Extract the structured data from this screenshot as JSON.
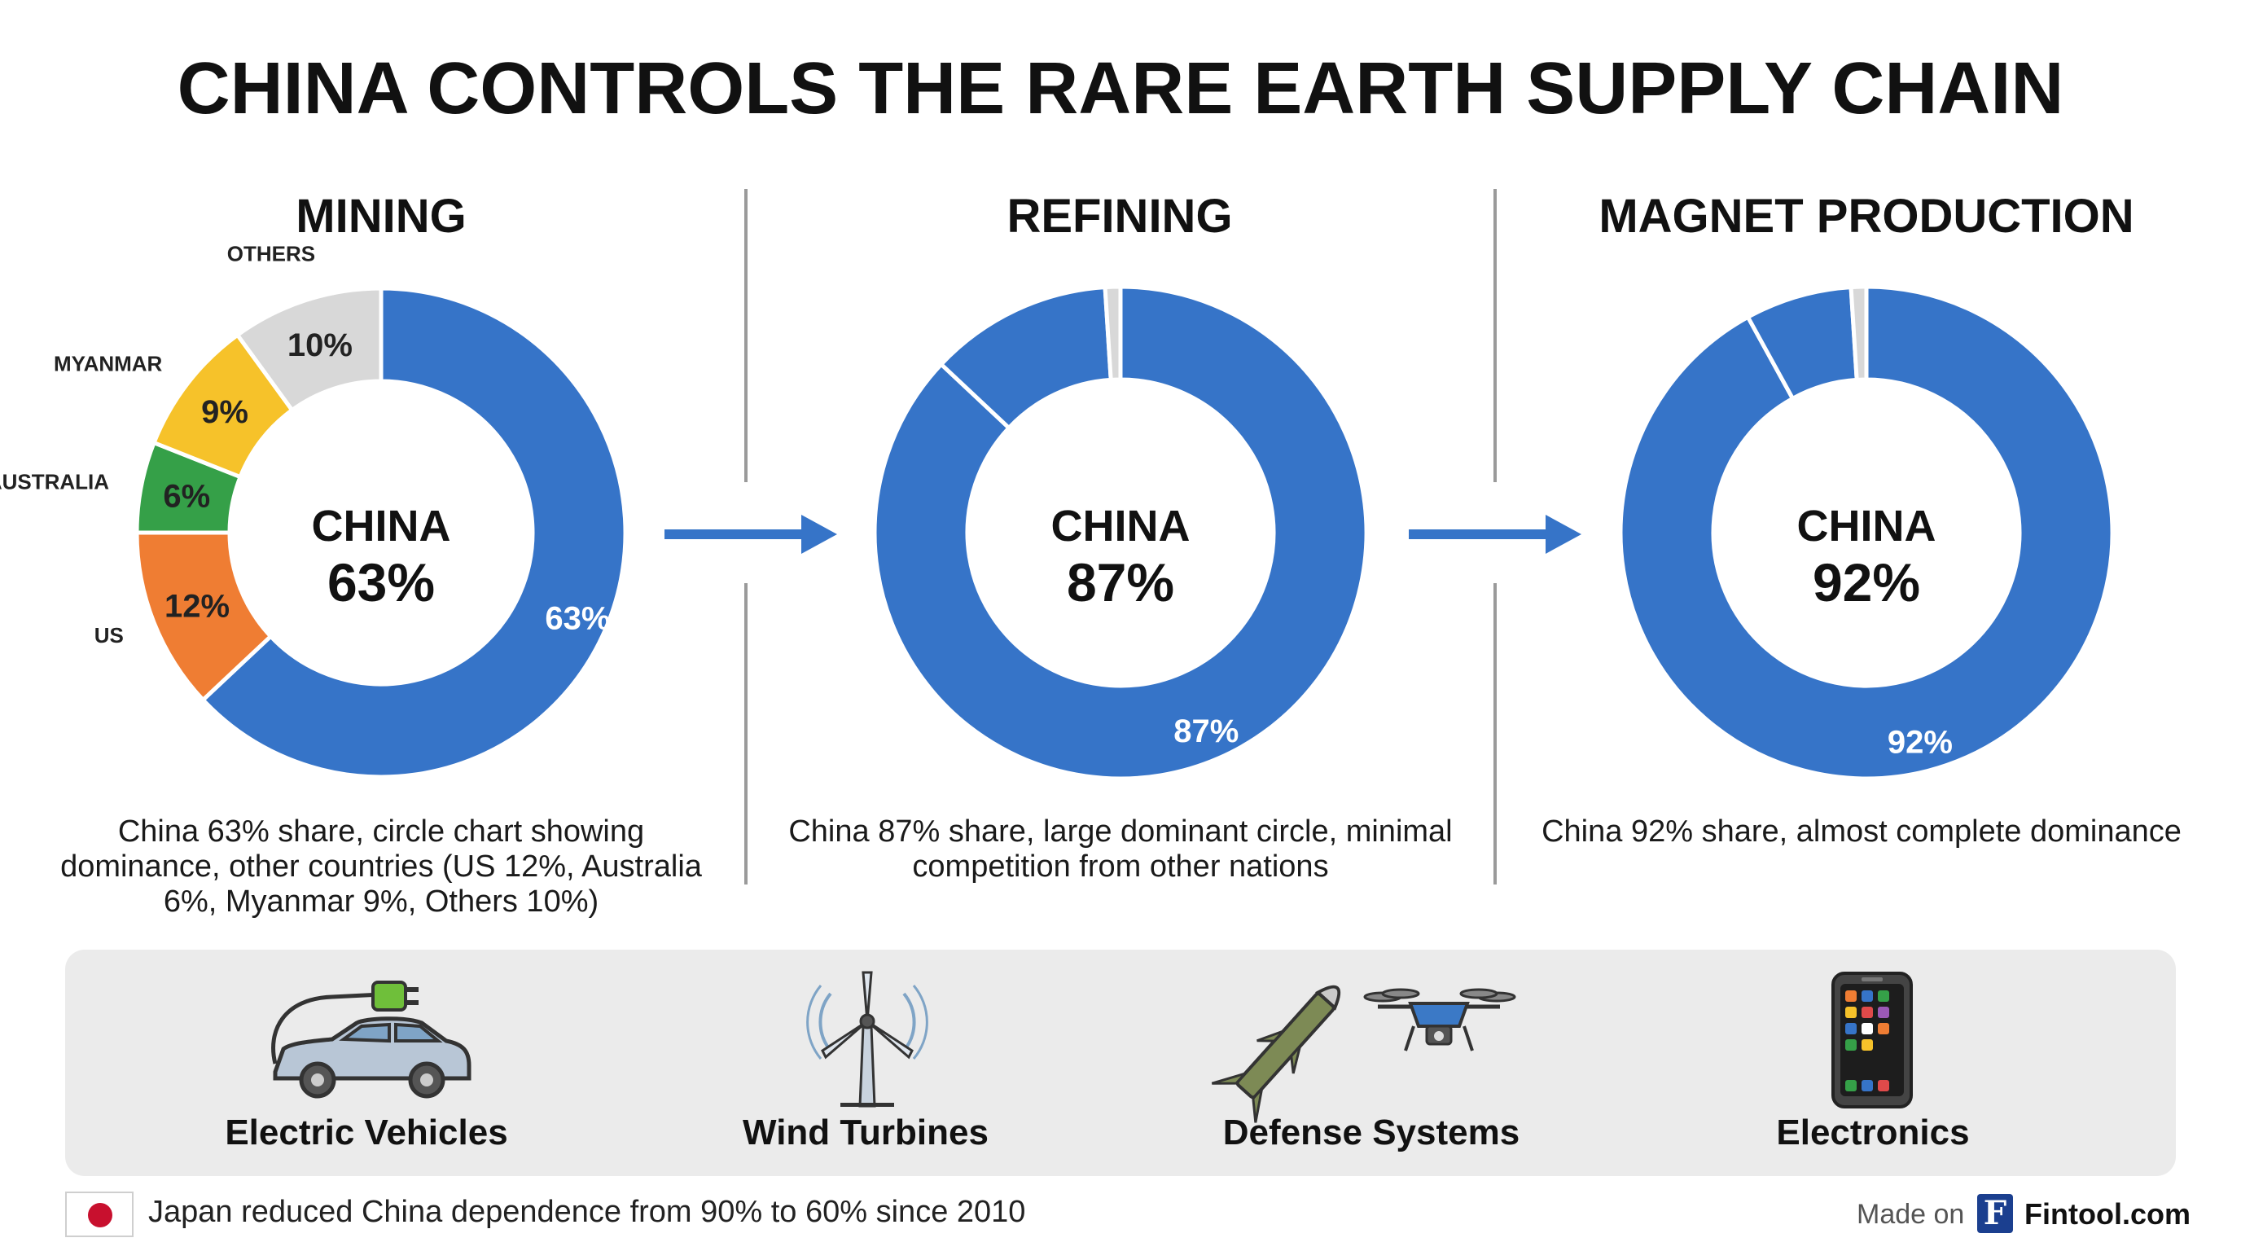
{
  "title": "CHINA CONTROLS THE RARE EARTH SUPPLY CHAIN",
  "colors": {
    "china": "#3674c8",
    "us": "#ef7d33",
    "australia": "#35a048",
    "myanmar": "#f6c22a",
    "others": "#d8d8d8"
  },
  "chart_data": [
    {
      "type": "pie",
      "title": "MINING",
      "center_label": "CHINA",
      "center_value": "63%",
      "slices": [
        {
          "label": "",
          "value": 63,
          "display": "63%",
          "color": "#3674c8"
        },
        {
          "label": "US",
          "value": 12,
          "display": "12%",
          "color": "#ef7d33"
        },
        {
          "label": "AUSTRALIA",
          "value": 6,
          "display": "6%",
          "color": "#35a048"
        },
        {
          "label": "MYANMAR",
          "value": 9,
          "display": "9%",
          "color": "#f6c22a"
        },
        {
          "label": "OTHERS",
          "value": 10,
          "display": "10%",
          "color": "#d8d8d8"
        }
      ]
    },
    {
      "type": "pie",
      "title": "REFINING",
      "center_label": "CHINA",
      "center_value": "87%",
      "slices": [
        {
          "label": "",
          "value": 87,
          "display": "87%",
          "color": "#3674c8"
        },
        {
          "label": "",
          "value": 12,
          "display": "",
          "color": "#3674c8"
        },
        {
          "label": "",
          "value": 1,
          "display": "",
          "color": "#d8d8d8"
        }
      ]
    },
    {
      "type": "pie",
      "title": "MAGNET PRODUCTION",
      "center_label": "CHINA",
      "center_value": "92%",
      "slices": [
        {
          "label": "",
          "value": 92,
          "display": "92%",
          "color": "#3674c8"
        },
        {
          "label": "",
          "value": 7,
          "display": "",
          "color": "#3674c8"
        },
        {
          "label": "",
          "value": 1,
          "display": "",
          "color": "#d8d8d8"
        }
      ]
    }
  ],
  "captions": [
    "China 63% share, circle chart showing dominance, other countries (US 12%, Australia 6%, Myanmar 9%, Others 10%)",
    "China 87% share, large dominant circle, minimal competition from other nations",
    "China 92% share, almost complete dominance"
  ],
  "sectors": [
    {
      "label": "Electric Vehicles",
      "icon": "electric-car-icon"
    },
    {
      "label": "Wind Turbines",
      "icon": "wind-turbine-icon"
    },
    {
      "label": "Defense Systems",
      "icon": "missile-drone-icon"
    },
    {
      "label": "Electronics",
      "icon": "smartphone-icon"
    }
  ],
  "footer": {
    "note": "Japan reduced China dependence from 90% to 60% since 2010",
    "made_on": "Made on",
    "brand_letter": "F",
    "brand": "Fintool.com"
  }
}
